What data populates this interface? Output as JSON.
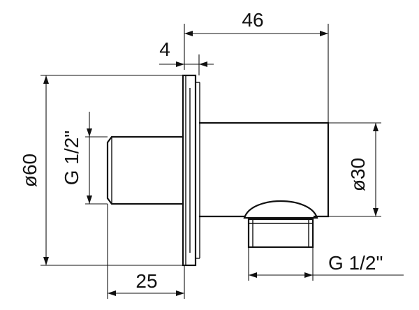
{
  "labels": {
    "overall_length": "46",
    "flange_thickness": "4",
    "flange_diameter": "ø60",
    "inlet_thread": "G 1/2\"",
    "body_diameter": "ø30",
    "inlet_length": "25",
    "outlet_thread": "G 1/2\""
  }
}
